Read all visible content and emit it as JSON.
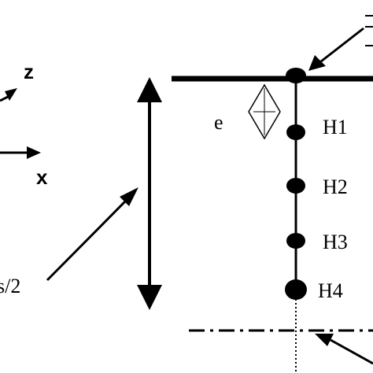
{
  "axes": {
    "z_label": "z",
    "x_label": "x"
  },
  "labels": {
    "e": "e",
    "half_span": "s/2"
  },
  "nodes": [
    {
      "name": "H1"
    },
    {
      "name": "H2"
    },
    {
      "name": "H3"
    },
    {
      "name": "H4"
    }
  ],
  "colors": {
    "ink": "#000000",
    "background": "#ffffff"
  }
}
